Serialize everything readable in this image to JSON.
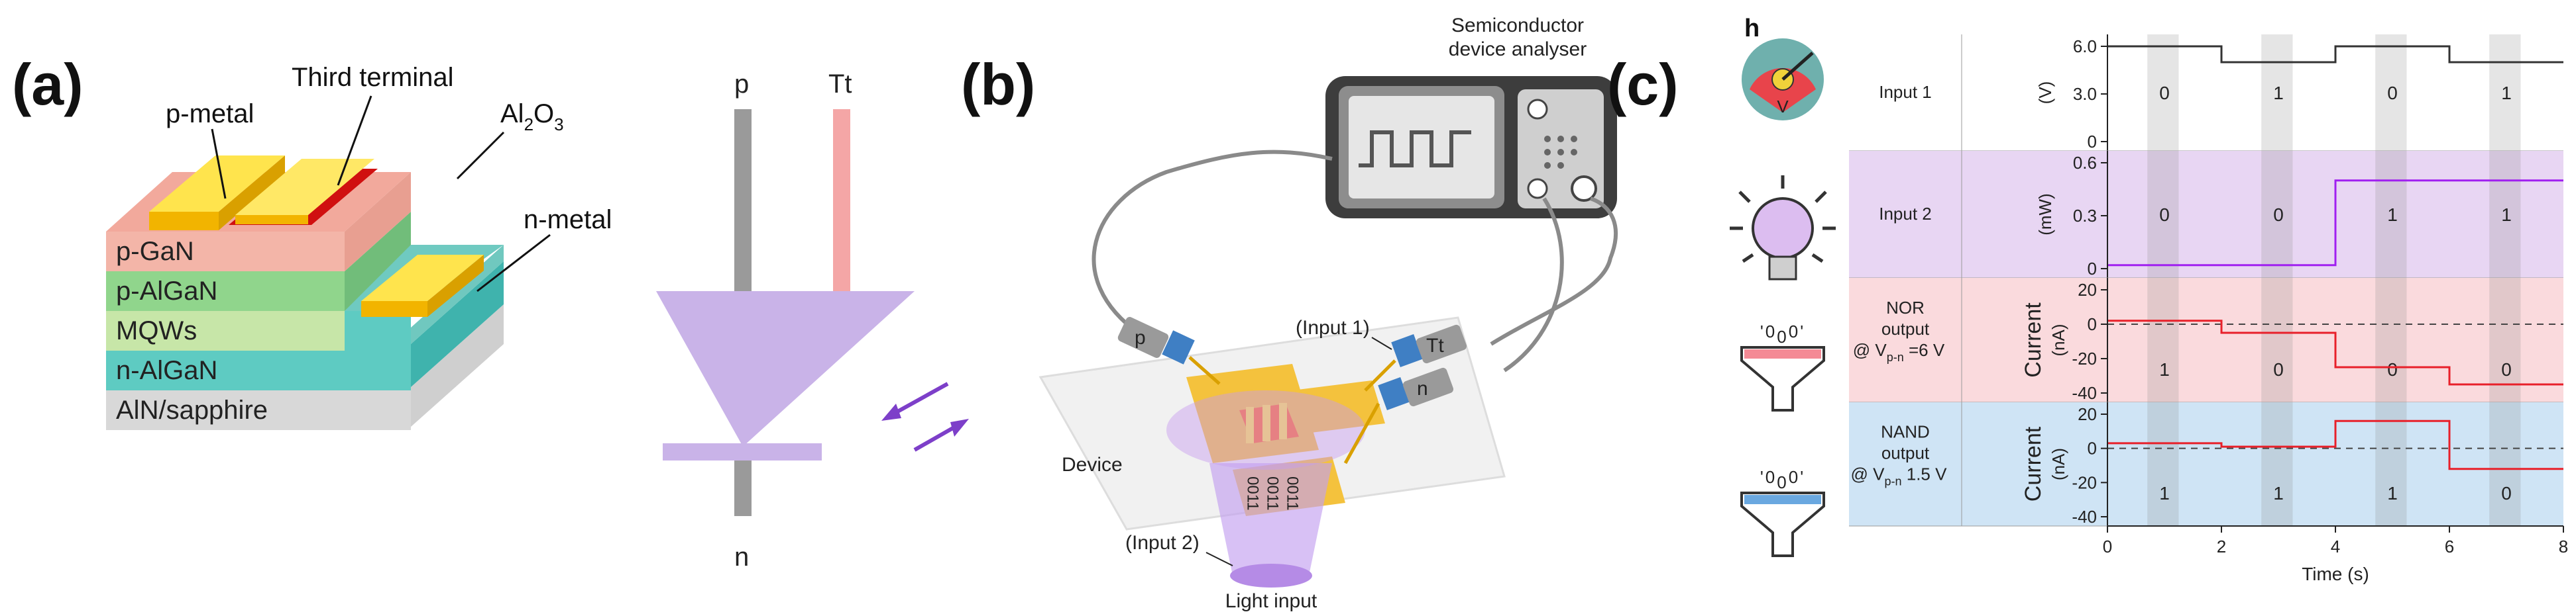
{
  "panel_a": {
    "label": "(a)",
    "layers": [
      "p-GaN",
      "p-AlGaN",
      "MQWs",
      "n-AlGaN",
      "AlN/sapphire"
    ],
    "metals": {
      "p_metal": "p-metal",
      "third_terminal": "Third terminal",
      "al2o3_main": "Al",
      "al2o3_sub": "2",
      "al2o3_tail": "O",
      "al2o3_sub2": "3",
      "n_metal": "n-metal"
    },
    "symbol": {
      "p": "p",
      "tt": "Tt",
      "n": "n"
    }
  },
  "panel_b": {
    "label": "(b)",
    "analyser_line1": "Semiconductor",
    "analyser_line2": "device analyser",
    "probe_p": "p",
    "probe_tt": "Tt",
    "probe_n": "n",
    "input1": "(Input 1)",
    "input2": "(Input 2)",
    "device": "Device",
    "light": "Light input",
    "light_bits": [
      "0011",
      "0011",
      "0011"
    ]
  },
  "panel_c": {
    "label": "(c)",
    "sub_label": "h",
    "rows": [
      {
        "name_lines": [
          "Input 1"
        ],
        "unit": "(V)",
        "ticks": [
          "6.0",
          "3.0",
          "0"
        ],
        "bits": [
          "0",
          "1",
          "0",
          "1"
        ]
      },
      {
        "name_lines": [
          "Input 2"
        ],
        "unit": "(mW)",
        "ticks": [
          "0.6",
          "0.3",
          "0"
        ],
        "bits": [
          "0",
          "0",
          "1",
          "1"
        ]
      },
      {
        "name_lines": [
          "NOR",
          "output",
          "@ V",
          "p-n",
          " =6 V"
        ],
        "unit_lines": [
          "Current",
          "(nA)"
        ],
        "ticks": [
          "20",
          "0",
          "-20",
          "-40"
        ],
        "bits": [
          "1",
          "0",
          "0",
          "0"
        ]
      },
      {
        "name_lines": [
          "NAND",
          "output",
          "@ V",
          "p-n",
          " 1.5 V"
        ],
        "unit_lines": [
          "Current",
          "(nA)"
        ],
        "ticks": [
          "20",
          "0",
          "-20",
          "-40"
        ],
        "bits": [
          "1",
          "1",
          "1",
          "0"
        ]
      }
    ],
    "funnel_bits": [
      "0",
      "0",
      "0",
      "0"
    ],
    "x_ticks": [
      "0",
      "2",
      "4",
      "6",
      "8"
    ],
    "x_label": "Time (s)",
    "gauge_letter": "V",
    "colors": {
      "input1": "#333333",
      "input2": "#a020f0",
      "output": "#e8202a",
      "row1_bg": "#ffffff",
      "row2_bg": "#e8d6f3",
      "row3_bg": "#fadadd",
      "row4_bg": "#cfe4f5"
    }
  },
  "chart_data": {
    "type": "line",
    "xlabel": "Time (s)",
    "xlim": [
      0,
      8
    ],
    "series": [
      {
        "name": "Input 1",
        "x": [
          0,
          2,
          2,
          4,
          4,
          6,
          6,
          8
        ],
        "values": [
          6.0,
          6.0,
          5.0,
          5.0,
          6.0,
          6.0,
          5.0,
          5.0
        ],
        "ylim": [
          0,
          6.0
        ]
      },
      {
        "name": "Input 2",
        "x": [
          0,
          4,
          4,
          8
        ],
        "values": [
          0.02,
          0.02,
          0.5,
          0.5
        ],
        "ylim": [
          0,
          0.6
        ]
      },
      {
        "name": "NOR output",
        "x": [
          0,
          2,
          2,
          4,
          4,
          6,
          6,
          8
        ],
        "values": [
          2,
          2,
          -5,
          -5,
          -25,
          -25,
          -35,
          -35
        ],
        "ylim": [
          -40,
          20
        ]
      },
      {
        "name": "NAND output",
        "x": [
          0,
          2,
          2,
          4,
          4,
          6,
          6,
          8
        ],
        "values": [
          3,
          3,
          1,
          1,
          16,
          16,
          -12,
          -12
        ],
        "ylim": [
          -40,
          20
        ]
      }
    ]
  }
}
